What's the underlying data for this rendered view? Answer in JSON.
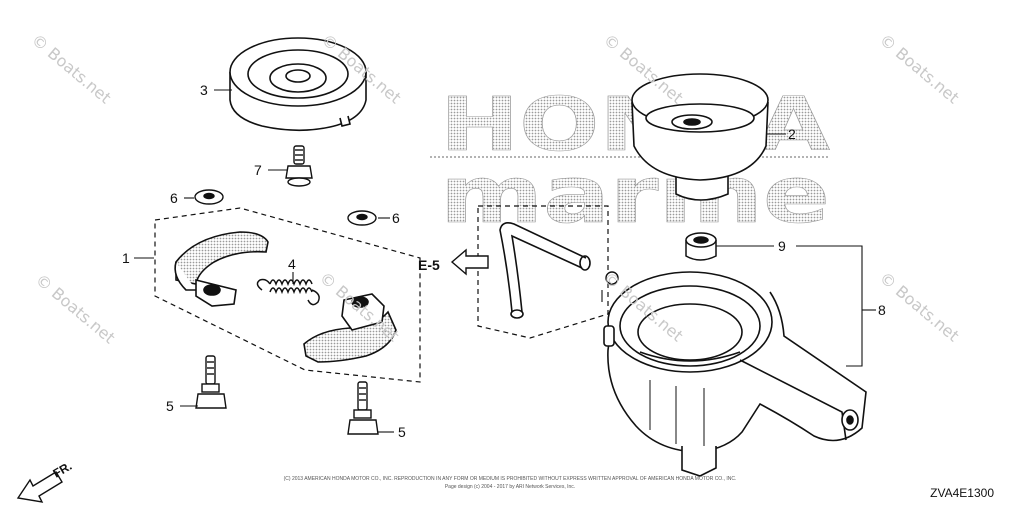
{
  "brand_watermark": {
    "line1": "HONDA",
    "line2": "marine"
  },
  "site_watermark": "© Boats.net",
  "callouts": {
    "p1": "1",
    "p2": "2",
    "p3": "3",
    "p4": "4",
    "p5a": "5",
    "p5b": "5",
    "p6a": "6",
    "p6b": "6",
    "p7": "7",
    "p8": "8",
    "p9": "9"
  },
  "ref_label": "E-5",
  "front_label": "FR.",
  "copyright_line1": "(C) 2013 AMERICAN HONDA MOTOR CO., INC. REPRODUCTION IN ANY FORM OR MEDIUM IS PROHIBITED WITHOUT EXPRESS WRITTEN APPROVAL OF AMERICAN HONDA MOTOR CO., INC.",
  "copyright_line2": "Page design (c) 2004 - 2017 by ARI Network Services, Inc.",
  "diagram_code": "ZVA4E1300",
  "colors": {
    "line": "#111111",
    "watermark": "#c8c8c8",
    "halftone": "#9a9a9a"
  }
}
